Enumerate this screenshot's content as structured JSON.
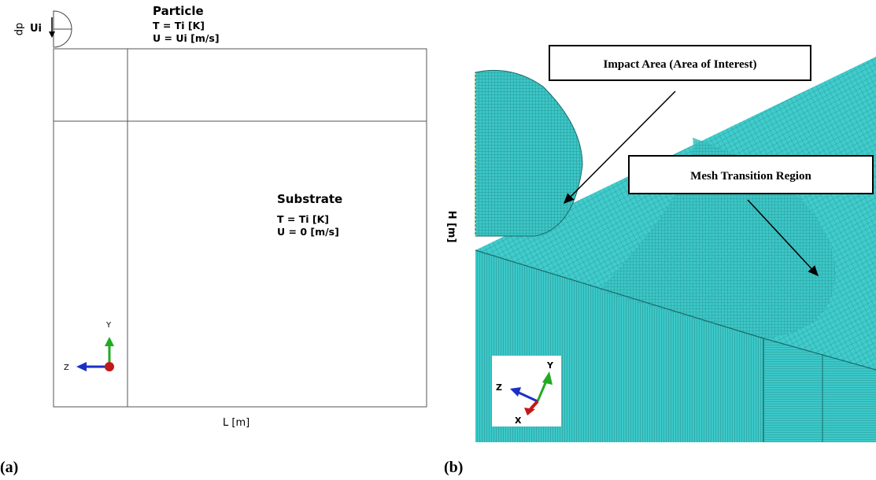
{
  "panel_a": {
    "particle_diameter_label": "dp",
    "velocity_arrow_label": "Ui",
    "particle_title": "Particle",
    "particle_temp": "T = Ti [K]",
    "particle_velocity": "U = Ui [m/s]",
    "substrate_title": "Substrate",
    "substrate_temp": "T = Ti [K]",
    "substrate_velocity": "U = 0 [m/s]",
    "length_label": "L [m]",
    "axis_y": "Y",
    "axis_z": "Z",
    "caption": "(a)"
  },
  "panel_b": {
    "height_label": "H [m]",
    "impact_callout": "Impact Area (Area of Interest)",
    "transition_callout": "Mesh Transition Region",
    "axis_y": "Y",
    "axis_z": "Z",
    "axis_x": "X",
    "caption": "(b)",
    "mesh_color": "#3bc6c6"
  },
  "colors": {
    "axis_y": "#22aa22",
    "axis_z": "#1a2fc8",
    "axis_x": "#c41818"
  }
}
